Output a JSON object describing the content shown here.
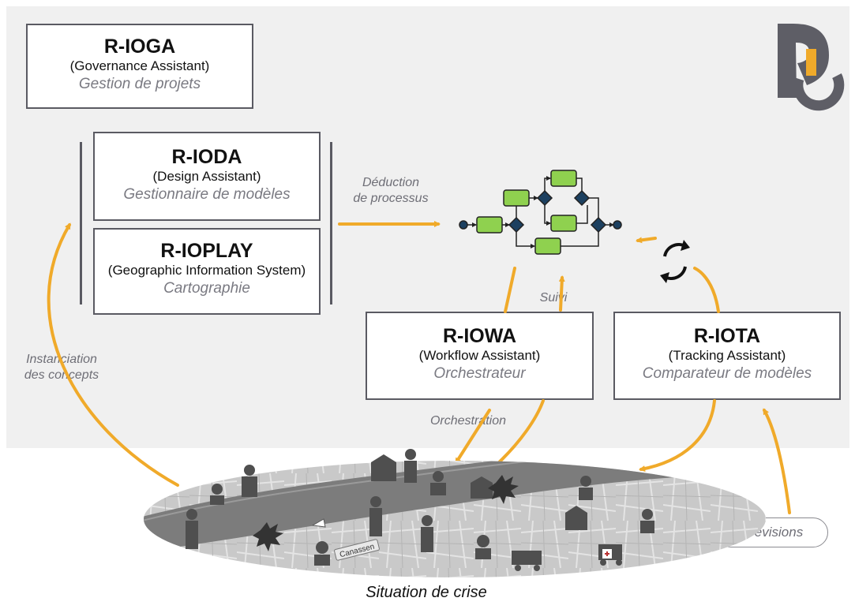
{
  "boxes": {
    "ioga": {
      "title": "R-IOGA",
      "subtitle": "(Governance Assistant)",
      "role": "Gestion de projets"
    },
    "ioda": {
      "title": "R-IODA",
      "subtitle": "(Design Assistant)",
      "role": "Gestionnaire de modèles"
    },
    "ioplay": {
      "title": "R-IOPLAY",
      "subtitle": "(Geographic Information System)",
      "role": "Cartographie"
    },
    "iowa": {
      "title": "R-IOWA",
      "subtitle": "(Workflow Assistant)",
      "role": "Orchestrateur"
    },
    "iota": {
      "title": "R-IOTA",
      "subtitle": "(Tracking Assistant)",
      "role": "Comparateur de modèles"
    }
  },
  "labels": {
    "deduction_line1": "Déduction",
    "deduction_line2": "de processus",
    "suivi": "Suivi",
    "instanciation_line1": "Instanciation",
    "instanciation_line2": "des concepts",
    "orchestration": "Orchestration",
    "previsions": "Prévisions",
    "situation": "Situation de crise",
    "map_street": "Canassen"
  },
  "colors": {
    "arrow": "#f0aa2a",
    "task": "#8fd14f",
    "task_border": "#3a3a3a",
    "gateway": "#1c4060",
    "logo": "#5e5e66",
    "logo_accent": "#f0aa2a",
    "box_border": "#5a5a62"
  },
  "icons": [
    "logo-icon",
    "refresh-icon",
    "bpmn-process-icon",
    "crisis-map-icon"
  ]
}
